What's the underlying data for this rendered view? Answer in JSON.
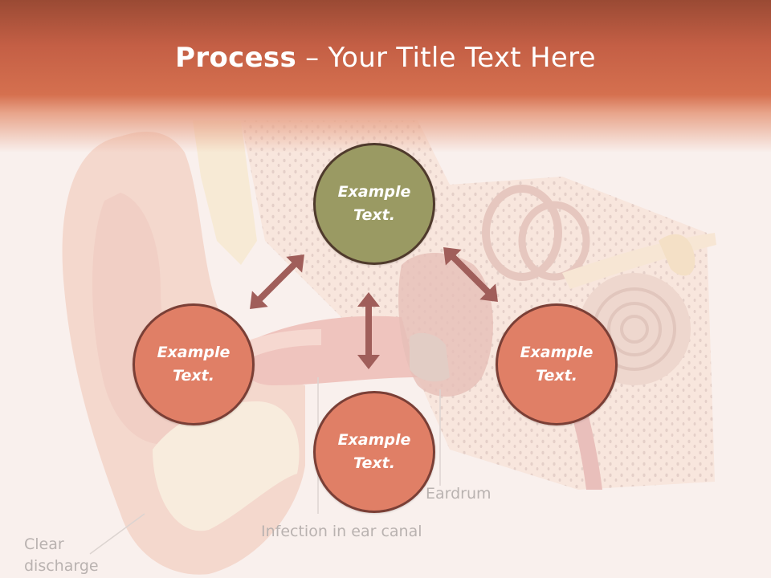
{
  "header": {
    "title_bold": "Process",
    "title_separator": "–",
    "title_rest": "Your Title Text Here"
  },
  "diagram": {
    "center": {
      "text": "Example Text."
    },
    "left": {
      "text": "Example Text."
    },
    "right": {
      "text": "Example Text."
    },
    "bottom": {
      "text": "Example Text."
    }
  },
  "background_labels": {
    "eardrum": "Eardrum",
    "infection": "Infection in ear canal",
    "discharge_line1": "Clear",
    "discharge_line2": "discharge"
  },
  "colors": {
    "header": "#d5704f",
    "center_node": "#9a9a63",
    "outer_nodes": "#e07f66",
    "arrows": "#a05e5a"
  }
}
